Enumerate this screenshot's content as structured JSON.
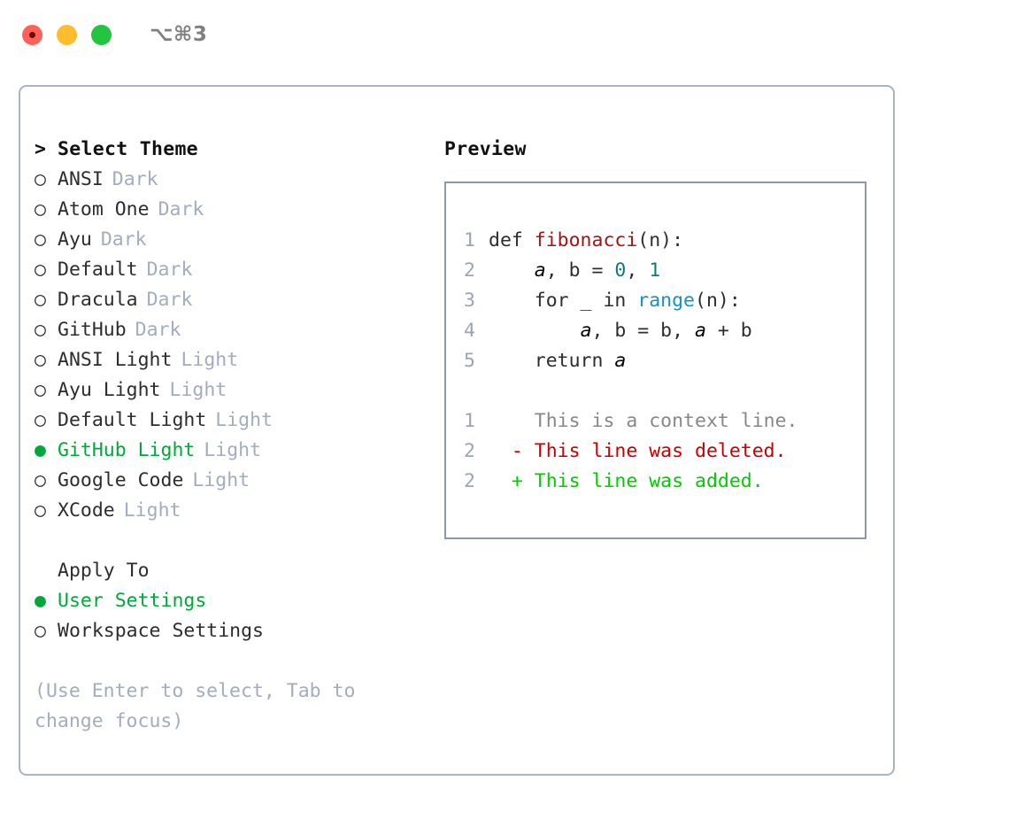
{
  "titlebar": {
    "traffic_lights": [
      {
        "name": "close",
        "color": "#ff6159"
      },
      {
        "name": "minimize",
        "color": "#ffbd2e"
      },
      {
        "name": "zoom",
        "color": "#23c53f"
      }
    ],
    "shortcut": "⌥⌘3"
  },
  "theme_picker": {
    "heading_marker": ">",
    "heading": "Select Theme",
    "marker_unselected": "○",
    "marker_selected": "●",
    "selected_color": "#00a83c",
    "items": [
      {
        "marker": "○",
        "name": "ANSI",
        "tag": "Dark",
        "selected": false
      },
      {
        "marker": "○",
        "name": "Atom One",
        "tag": "Dark",
        "selected": false
      },
      {
        "marker": "○",
        "name": "Ayu",
        "tag": "Dark",
        "selected": false
      },
      {
        "marker": "○",
        "name": "Default",
        "tag": "Dark",
        "selected": false
      },
      {
        "marker": "○",
        "name": "Dracula",
        "tag": "Dark",
        "selected": false
      },
      {
        "marker": "○",
        "name": "GitHub",
        "tag": "Dark",
        "selected": false
      },
      {
        "marker": "○",
        "name": "ANSI Light",
        "tag": "Light",
        "selected": false
      },
      {
        "marker": "○",
        "name": "Ayu Light",
        "tag": "Light",
        "selected": false
      },
      {
        "marker": "○",
        "name": "Default Light",
        "tag": "Light",
        "selected": false
      },
      {
        "marker": "●",
        "name": "GitHub Light",
        "tag": "Light",
        "selected": true
      },
      {
        "marker": "○",
        "name": "Google Code",
        "tag": "Light",
        "selected": false
      },
      {
        "marker": "○",
        "name": "XCode",
        "tag": "Light",
        "selected": false
      }
    ]
  },
  "apply_to": {
    "heading": "Apply To",
    "items": [
      {
        "marker": "●",
        "name": "User Settings",
        "selected": true
      },
      {
        "marker": "○",
        "name": "Workspace Settings",
        "selected": false
      }
    ]
  },
  "hint": "(Use Enter to select, Tab to change focus)",
  "preview": {
    "title": "Preview",
    "code_lines": [
      {
        "n": "1",
        "indent": "",
        "tokens": [
          {
            "t": "def ",
            "cls": "code-text"
          },
          {
            "t": "fibonacci",
            "cls": "tok-fn"
          },
          {
            "t": "(n):",
            "cls": "code-text"
          }
        ]
      },
      {
        "n": "2",
        "indent": "    ",
        "tokens": [
          {
            "t": "a",
            "cls": "tok-var"
          },
          {
            "t": ", ",
            "cls": "code-text"
          },
          {
            "t": "b",
            "cls": "code-text"
          },
          {
            "t": " = ",
            "cls": "code-text"
          },
          {
            "t": "0",
            "cls": "tok-num"
          },
          {
            "t": ", ",
            "cls": "code-text"
          },
          {
            "t": "1",
            "cls": "tok-num"
          }
        ]
      },
      {
        "n": "3",
        "indent": "    ",
        "tokens": [
          {
            "t": "for _ in ",
            "cls": "code-text"
          },
          {
            "t": "range",
            "cls": "tok-built"
          },
          {
            "t": "(n):",
            "cls": "code-text"
          }
        ]
      },
      {
        "n": "4",
        "indent": "        ",
        "tokens": [
          {
            "t": "a",
            "cls": "tok-var"
          },
          {
            "t": ", b = b, ",
            "cls": "code-text"
          },
          {
            "t": "a",
            "cls": "tok-var"
          },
          {
            "t": " + b",
            "cls": "code-text"
          }
        ]
      },
      {
        "n": "5",
        "indent": "    ",
        "tokens": [
          {
            "t": "return ",
            "cls": "code-text"
          },
          {
            "t": "a",
            "cls": "tok-var"
          }
        ]
      }
    ],
    "diff_lines": [
      {
        "n": "1",
        "sign": " ",
        "text": "This is a context line.",
        "cls": "diff-ctx"
      },
      {
        "n": "2",
        "sign": "-",
        "text": "This line was deleted.",
        "cls": "diff-del"
      },
      {
        "n": "2",
        "sign": "+",
        "text": "This line was added.",
        "cls": "diff-add"
      }
    ]
  }
}
